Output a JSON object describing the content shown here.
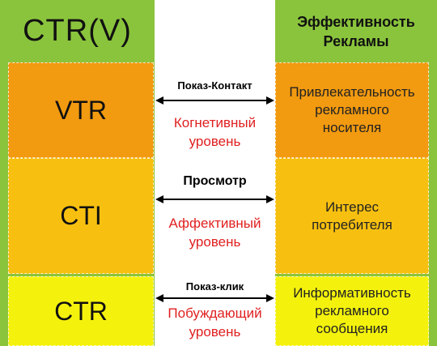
{
  "header": {
    "left_title": "CTR(V)",
    "right_title_line1": "Эффективность",
    "right_title_line2": "Рекламы"
  },
  "rows": [
    {
      "metric": "VTR",
      "relation": "Показ-Контакт",
      "level_line1": "Когнетивный",
      "level_line2": "уровень",
      "effect_line1": "Привлекательность",
      "effect_line2": "рекламного",
      "effect_line3": "носителя"
    },
    {
      "metric": "CTI",
      "relation": "Просмотр",
      "level_line1": "Аффективный",
      "level_line2": "уровень",
      "effect_line1": "Интерес",
      "effect_line2": "потребителя"
    },
    {
      "metric": "CTR",
      "relation": "Показ-клик",
      "level_line1": "Побуждающий",
      "level_line2": "уровень",
      "effect_line1": "Информативность",
      "effect_line2": "рекламного",
      "effect_line3": "сообщения"
    }
  ],
  "colors": {
    "green": "#8ac43c",
    "orange": "#f29a10",
    "amber": "#f7c010",
    "yellow": "#f4f20c",
    "level_text": "#e02020"
  }
}
